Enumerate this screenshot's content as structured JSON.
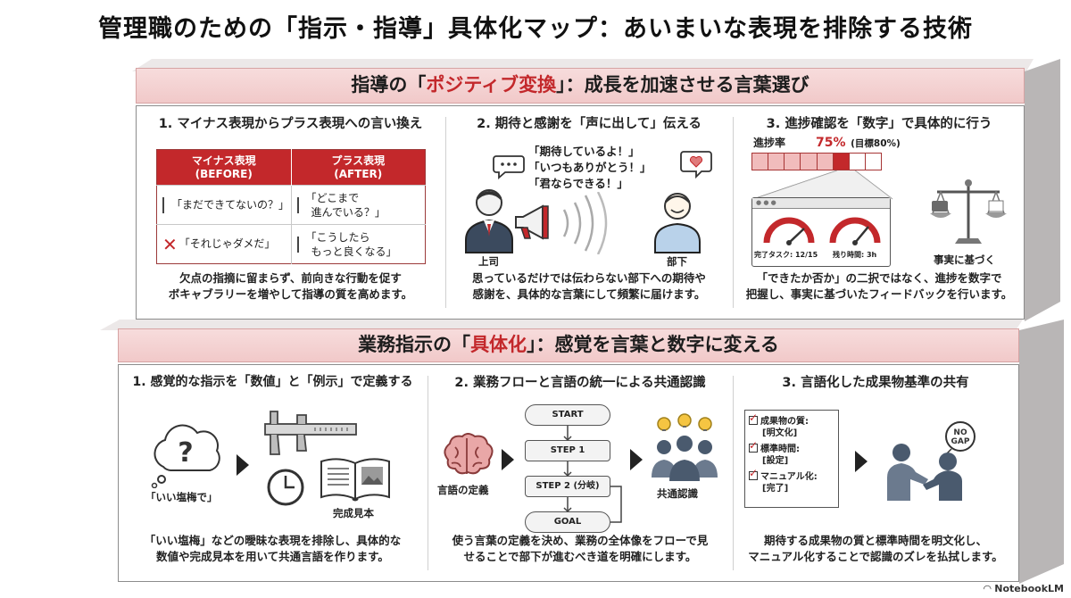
{
  "title": "管理職のための「指示・指導」具体化マップ：あいまいな表現を排除する技術",
  "top_panel": {
    "header_pre": "指導の「",
    "header_accent": "ポジティブ変換",
    "header_post": "」：成長を加速させる言葉選び",
    "col1": {
      "title": "1. マイナス表現からプラス表現への言い換え",
      "table_head_before_1": "マイナス表現",
      "table_head_before_2": "(BEFORE)",
      "table_head_after_1": "プラス表現",
      "table_head_after_2": "(AFTER)",
      "rows": [
        {
          "before": "「まだできてないの？」",
          "after_1": "「どこまで",
          "after_2": "進んでいる？」"
        },
        {
          "before": "「それじゃダメだ」",
          "after_1": "「こうしたら",
          "after_2": "もっと良くなる」"
        }
      ],
      "text_1": "欠点の指摘に留まらず、前向きな行動を促す",
      "text_2": "ボキャブラリーを増やして指導の質を高めます。"
    },
    "col2": {
      "title": "2. 期待と感謝を「声に出して」伝える",
      "quote_1": "「期待しているよ！」",
      "quote_2": "「いつもありがとう！」",
      "quote_3": "「君ならできる！」",
      "boss_label": "上司",
      "sub_label": "部下",
      "text_1": "思っているだけでは伝わらない部下への期待や",
      "text_2": "感謝を、具体的な言葉にして頻繁に届けます。"
    },
    "col3": {
      "title": "3. 進捗確認を「数字」で具体的に行う",
      "progress_label": "進捗率",
      "progress_value_text": "75%",
      "progress_target": "(目標80%)",
      "progress_fraction": 0.75,
      "gauge1_label": "完了タスク: 12/15",
      "gauge2_label": "残り時間: 3h",
      "scale_label": "事実に基づく",
      "text_1": "「できたか否か」の二択ではなく、進捗を数字で",
      "text_2": "把握し、事実に基づいたフィードバックを行います。"
    }
  },
  "bottom_panel": {
    "header_pre": "業務指示の「",
    "header_accent": "具体化",
    "header_post": "」：感覚を言葉と数字に変える",
    "col1": {
      "title": "1. 感覚的な指示を「数値」と「例示」で定義する",
      "vague_label": "「いい塩梅で」",
      "sample_label": "完成見本",
      "text_1": "「いい塩梅」などの曖昧な表現を排除し、具体的な",
      "text_2": "数値や完成見本を用いて共通言語を作ります。"
    },
    "col2": {
      "title": "2. 業務フローと言語の統一による共通認識",
      "brain_label": "言語の定義",
      "flow": [
        "START",
        "STEP 1",
        "STEP 2 (分岐)",
        "GOAL"
      ],
      "shared_label": "共通認識",
      "text_1": "使う言葉の定義を決め、業務の全体像をフローで見",
      "text_2": "せることで部下が進むべき道を明確にします。"
    },
    "col3": {
      "title": "3. 言語化した成果物基準の共有",
      "checks": [
        {
          "a": "成果物の質:",
          "b": "[明文化]"
        },
        {
          "a": "標準時間:",
          "b": "[設定]"
        },
        {
          "a": "マニュアル化:",
          "b": "[完了]"
        }
      ],
      "nogap_1": "NO",
      "nogap_2": "GAP",
      "text_1": "期待する成果物の質と標準時間を明文化し、",
      "text_2": "マニュアル化することで認識のズレを払拭します。"
    }
  },
  "footer": "NotebookLM",
  "colors": {
    "accent": "#c3282b",
    "header_bg": "#f4d2d2",
    "slab": "#b9b6b6"
  }
}
